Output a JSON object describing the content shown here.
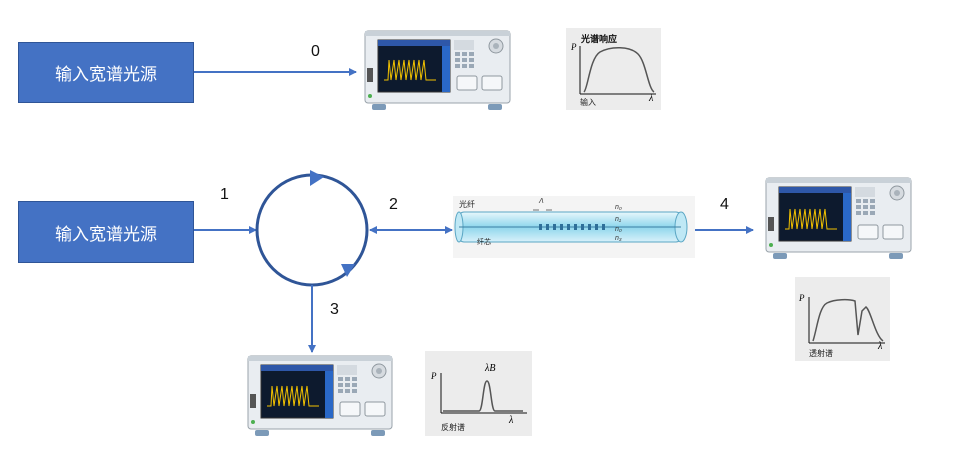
{
  "sources": {
    "top_label": "输入宽谱光源",
    "bottom_label": "输入宽谱光源"
  },
  "ports": {
    "p0": "0",
    "p1": "1",
    "p2": "2",
    "p3": "3",
    "p4": "4"
  },
  "fiber": {
    "fiber_label": "光纤",
    "core_label": "纤芯",
    "n0": "n₀",
    "n1": "n₁",
    "n2": "n₀",
    "n3": "n₃",
    "lambda_mark": "Λ"
  },
  "panels": {
    "input": {
      "title": "光谱响应",
      "y_label": "P",
      "x_label": "λ",
      "caption": "输入"
    },
    "transmission": {
      "y_label": "P",
      "x_label": "λ",
      "caption": "透射谱"
    },
    "reflection": {
      "y_label": "P",
      "x_label": "λ",
      "peak_label": "λB",
      "caption": "反射谱"
    }
  },
  "colors": {
    "source_fill": "#4472c4",
    "arrow": "#4472c4",
    "fiber_glow": "#7fd3ea"
  }
}
